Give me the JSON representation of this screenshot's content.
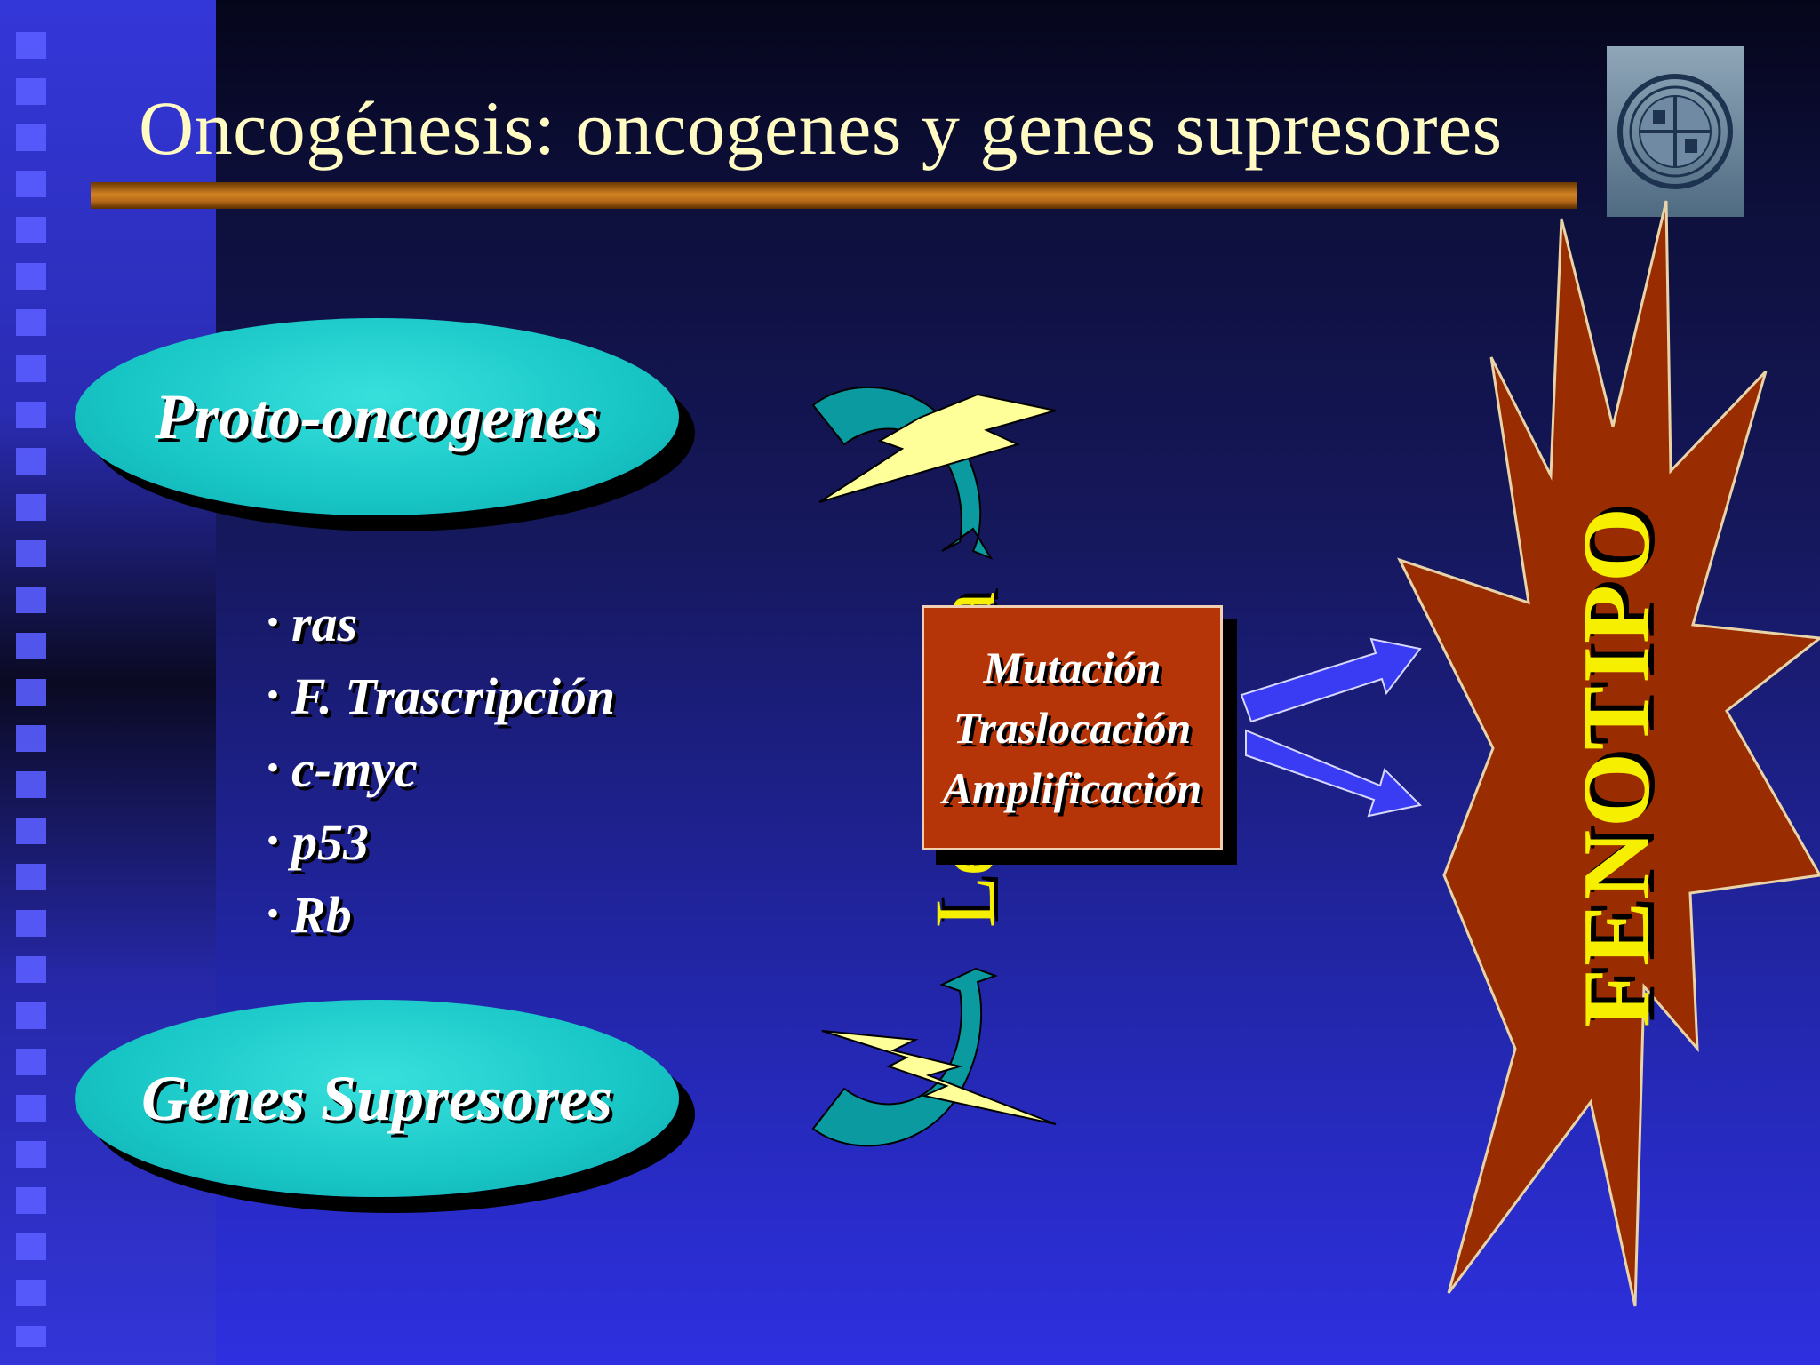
{
  "title": "Oncogénesis: oncogenes y genes supresores",
  "ovals": {
    "top": "Proto-oncogenes",
    "bottom": "Genes Supresores"
  },
  "bullets": [
    "ras",
    "F. Trascripción",
    "c-myc",
    "p53",
    "Rb"
  ],
  "vertical_label": "Leucemia",
  "box_lines": [
    "Mutación",
    "Traslocación",
    "Amplificación"
  ],
  "burst_label": "FENOTIPO",
  "colors": {
    "title": "#fffbc2",
    "oval": "#18c6c6",
    "box": "#b53508",
    "burst": "#9a2c02",
    "yellow_text": "#f6ef00",
    "lightning": "#ffff99",
    "arrows": "#3a3cf4"
  },
  "icons": [
    "university-seal-icon",
    "curved-arrow-icon",
    "lightning-bolt-icon",
    "block-arrow-icon",
    "starburst-shape"
  ]
}
